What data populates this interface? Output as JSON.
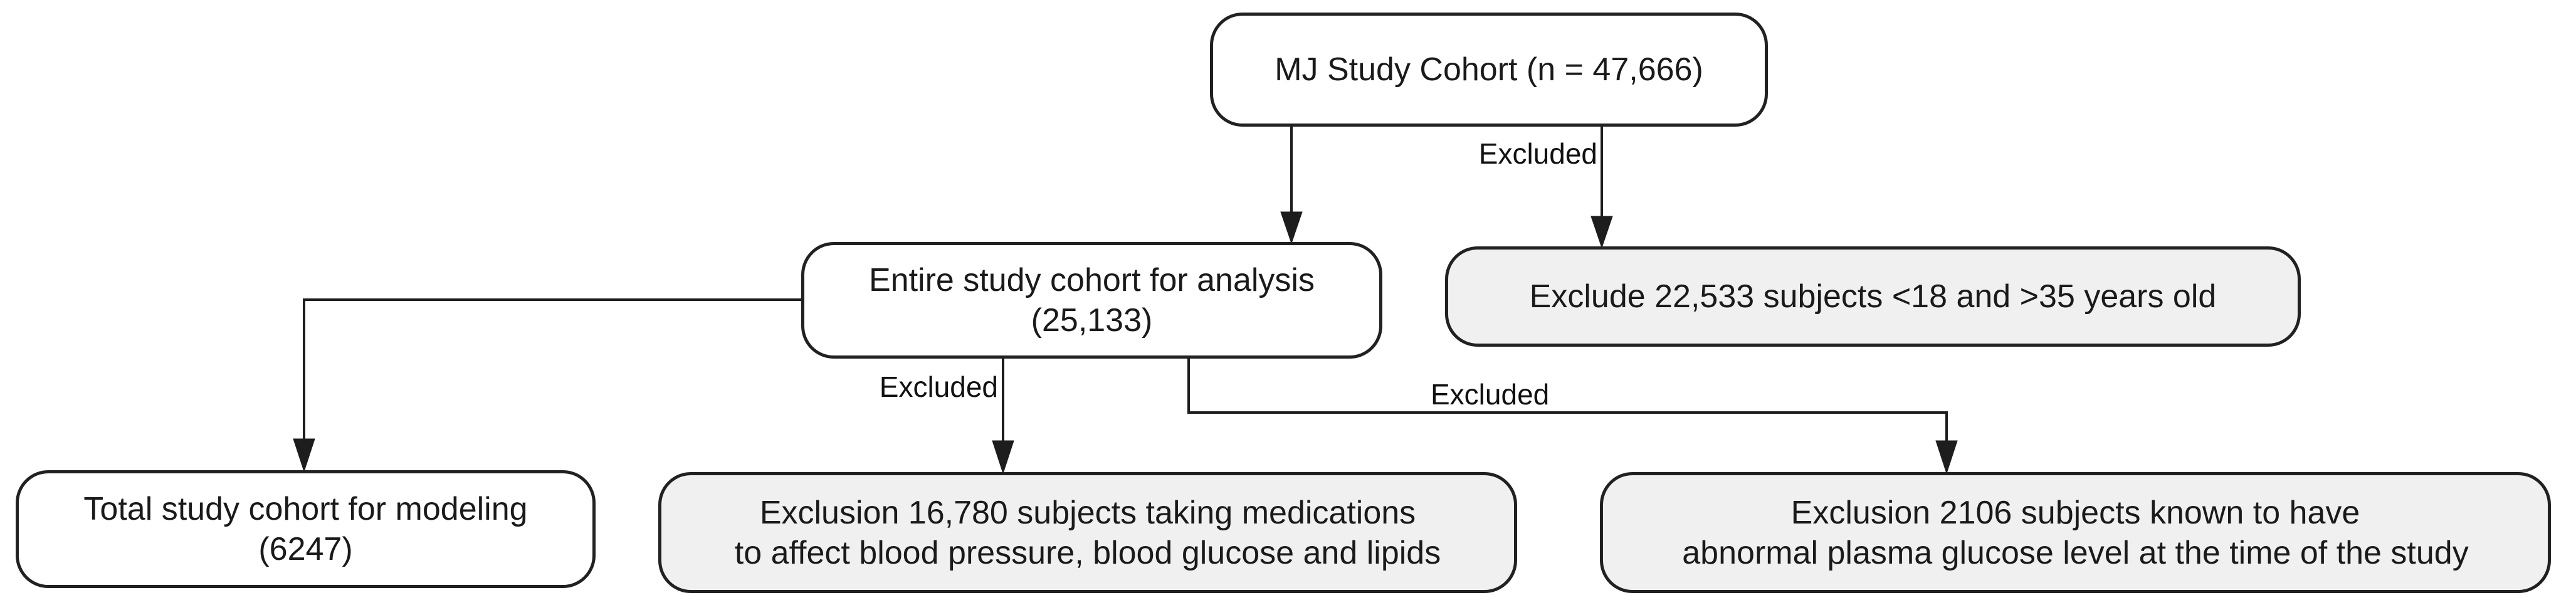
{
  "nodes": {
    "cohort": {
      "line1": "MJ Study Cohort (n = 47,666)"
    },
    "analysis": {
      "line1": "Entire study cohort for analysis",
      "line2": "(25,133)"
    },
    "exclude_age": {
      "line1": "Exclude 22,533 subjects <18 and >35 years old"
    },
    "modeling": {
      "line1": "Total study cohort for modeling",
      "line2": "(6247)"
    },
    "exclude_meds": {
      "line1": "Exclusion 16,780 subjects taking medications",
      "line2": "to affect blood pressure, blood glucose and lipids"
    },
    "exclude_glucose": {
      "line1": "Exclusion 2106 subjects known to have",
      "line2": "abnormal plasma glucose level at the time of the study"
    }
  },
  "edge_labels": {
    "age": "Excluded",
    "meds": "Excluded",
    "glucose": "Excluded"
  },
  "colors": {
    "background": "#ffffff",
    "node_fill": "#ffffff",
    "node_fill_alt": "#f0f0f0",
    "node_border": "#212121",
    "connector": "#1d1d1d",
    "text": "#1a1a1a"
  }
}
